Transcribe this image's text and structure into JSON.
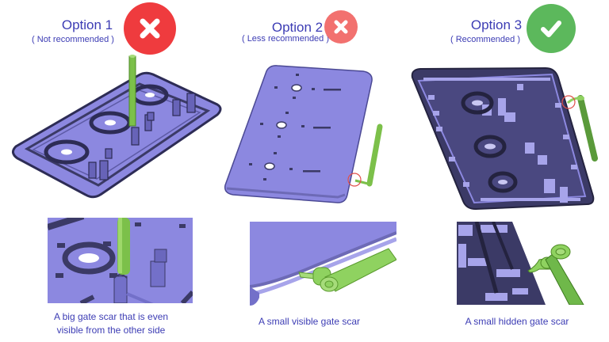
{
  "colors": {
    "title_text": "#3c3cb4",
    "bad_red": "#ef3b3e",
    "less_red": "#f2716f",
    "good_green": "#5cb85c",
    "part_purple": "#8c88e0",
    "part_dark": "#3b3a66",
    "runner_green": "#7cc04a",
    "gate_circle": "#e0504a"
  },
  "options": [
    {
      "title": "Option 1",
      "subtitle": "( Not recommended )",
      "badge": "cross-icon",
      "caption_line1": "A big gate scar that is even",
      "caption_line2": "visible from the other side"
    },
    {
      "title": "Option 2",
      "subtitle": "( Less recommended )",
      "badge": "cross-icon",
      "caption_line1": "A small visible gate scar"
    },
    {
      "title": "Option 3",
      "subtitle": "( Recommended )",
      "badge": "check-icon",
      "caption_line1": "A small hidden gate scar"
    }
  ]
}
